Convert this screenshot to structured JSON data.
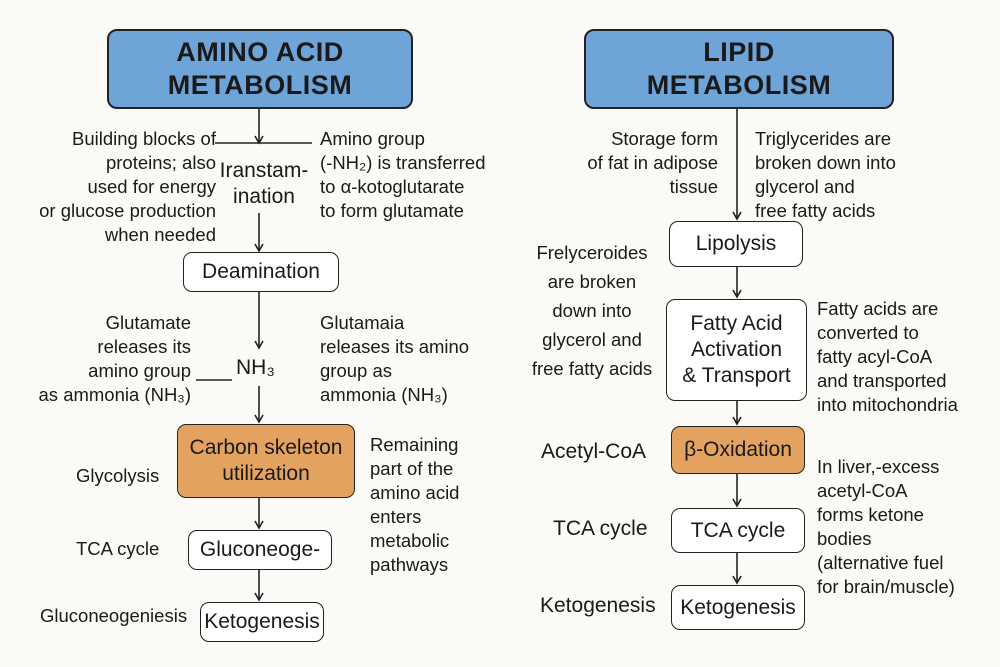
{
  "left": {
    "header": "AMINO ACID\nMETABOLISM",
    "note_building": "Building blocks of\nproteins; also\nused for energy\nor glucose production\nwhen needed",
    "transamination": "Iranstam-\nination",
    "note_amino_group": "Amino group\n(-NH₂) is transferred\nto α-kotoglutarate\nto form glutamate",
    "deamination": "Deamination",
    "note_glutamate_left": "Glutamate\nreleases its\namino group\nas ammonia (NH₃)",
    "nh3": "NH₃",
    "note_glutamate_right": "Glutamaia\nreleases its amino\ngroup as\nammonia (NH₃)",
    "carbon_skeleton": "Carbon skeleton\nutilization",
    "glycolysis": "Glycolysis",
    "note_remaining": "Remaining\npart of the\namino acid\nenters\nmetabolic\npathways",
    "tca_label": "TCA cycle",
    "gluconeogenesis_box": "Gluconeoge-",
    "gluconeogenesis_label": "Gluconeogeniesis",
    "ketogenesis_box": "Ketogenesis"
  },
  "right": {
    "header": "LIPID\nMETABOLISM",
    "note_storage": "Storage form\nof fat in adipose\ntissue",
    "note_triglycerides": "Triglycerides are\nbroken down into\nglycerol and\nfree fatty acids",
    "lipolysis": "Lipolysis",
    "note_frelyceroides": "Frelyceroides\nare broken\ndown into\nglycerol and\nfree fatty acids",
    "fatty_acid_activation": "Fatty Acid\nActivation\n& Transport",
    "note_fatty_acids": "Fatty acids are\nconverted to\nfatty acyl-CoA\nand transported\ninto mitochondria",
    "acetyl_coa": "Acetyl-CoA",
    "beta_oxidation": "β-Oxidation",
    "note_liver": "In liver,-excess\nacetyl-CoA\nforms ketone\nbodies\n(alternative fuel\nfor brain/muscle)",
    "tca_label": "TCA cycle",
    "tca_box": "TCA cycle",
    "ketogenesis_label": "Ketogenesis",
    "ketogenesis_box": "Ketogenesis"
  },
  "colors": {
    "header_fill": "#6fa4d8",
    "highlight_fill": "#e3a25f",
    "box_fill": "#ffffff",
    "background": "#fbfaf6"
  }
}
